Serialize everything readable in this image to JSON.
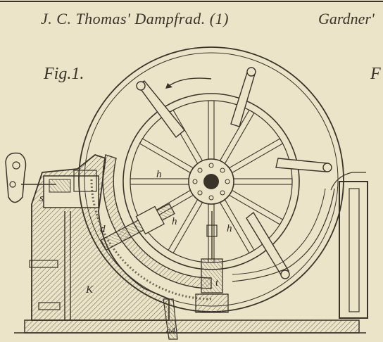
{
  "header": {
    "title_left": "J. C. Thomas' Dampfrad. (1)",
    "title_right": "Gardner'",
    "fig_label": "Fig.1.",
    "fig_right": "F"
  },
  "labels": {
    "s": "s",
    "d": "d",
    "h1": "h",
    "h2": "h",
    "h3": "h",
    "K": "K",
    "t": "t",
    "a4": "a4"
  },
  "colors": {
    "paper": "#ece4c8",
    "ink": "#3a3329",
    "hatch": "#8c8270"
  }
}
